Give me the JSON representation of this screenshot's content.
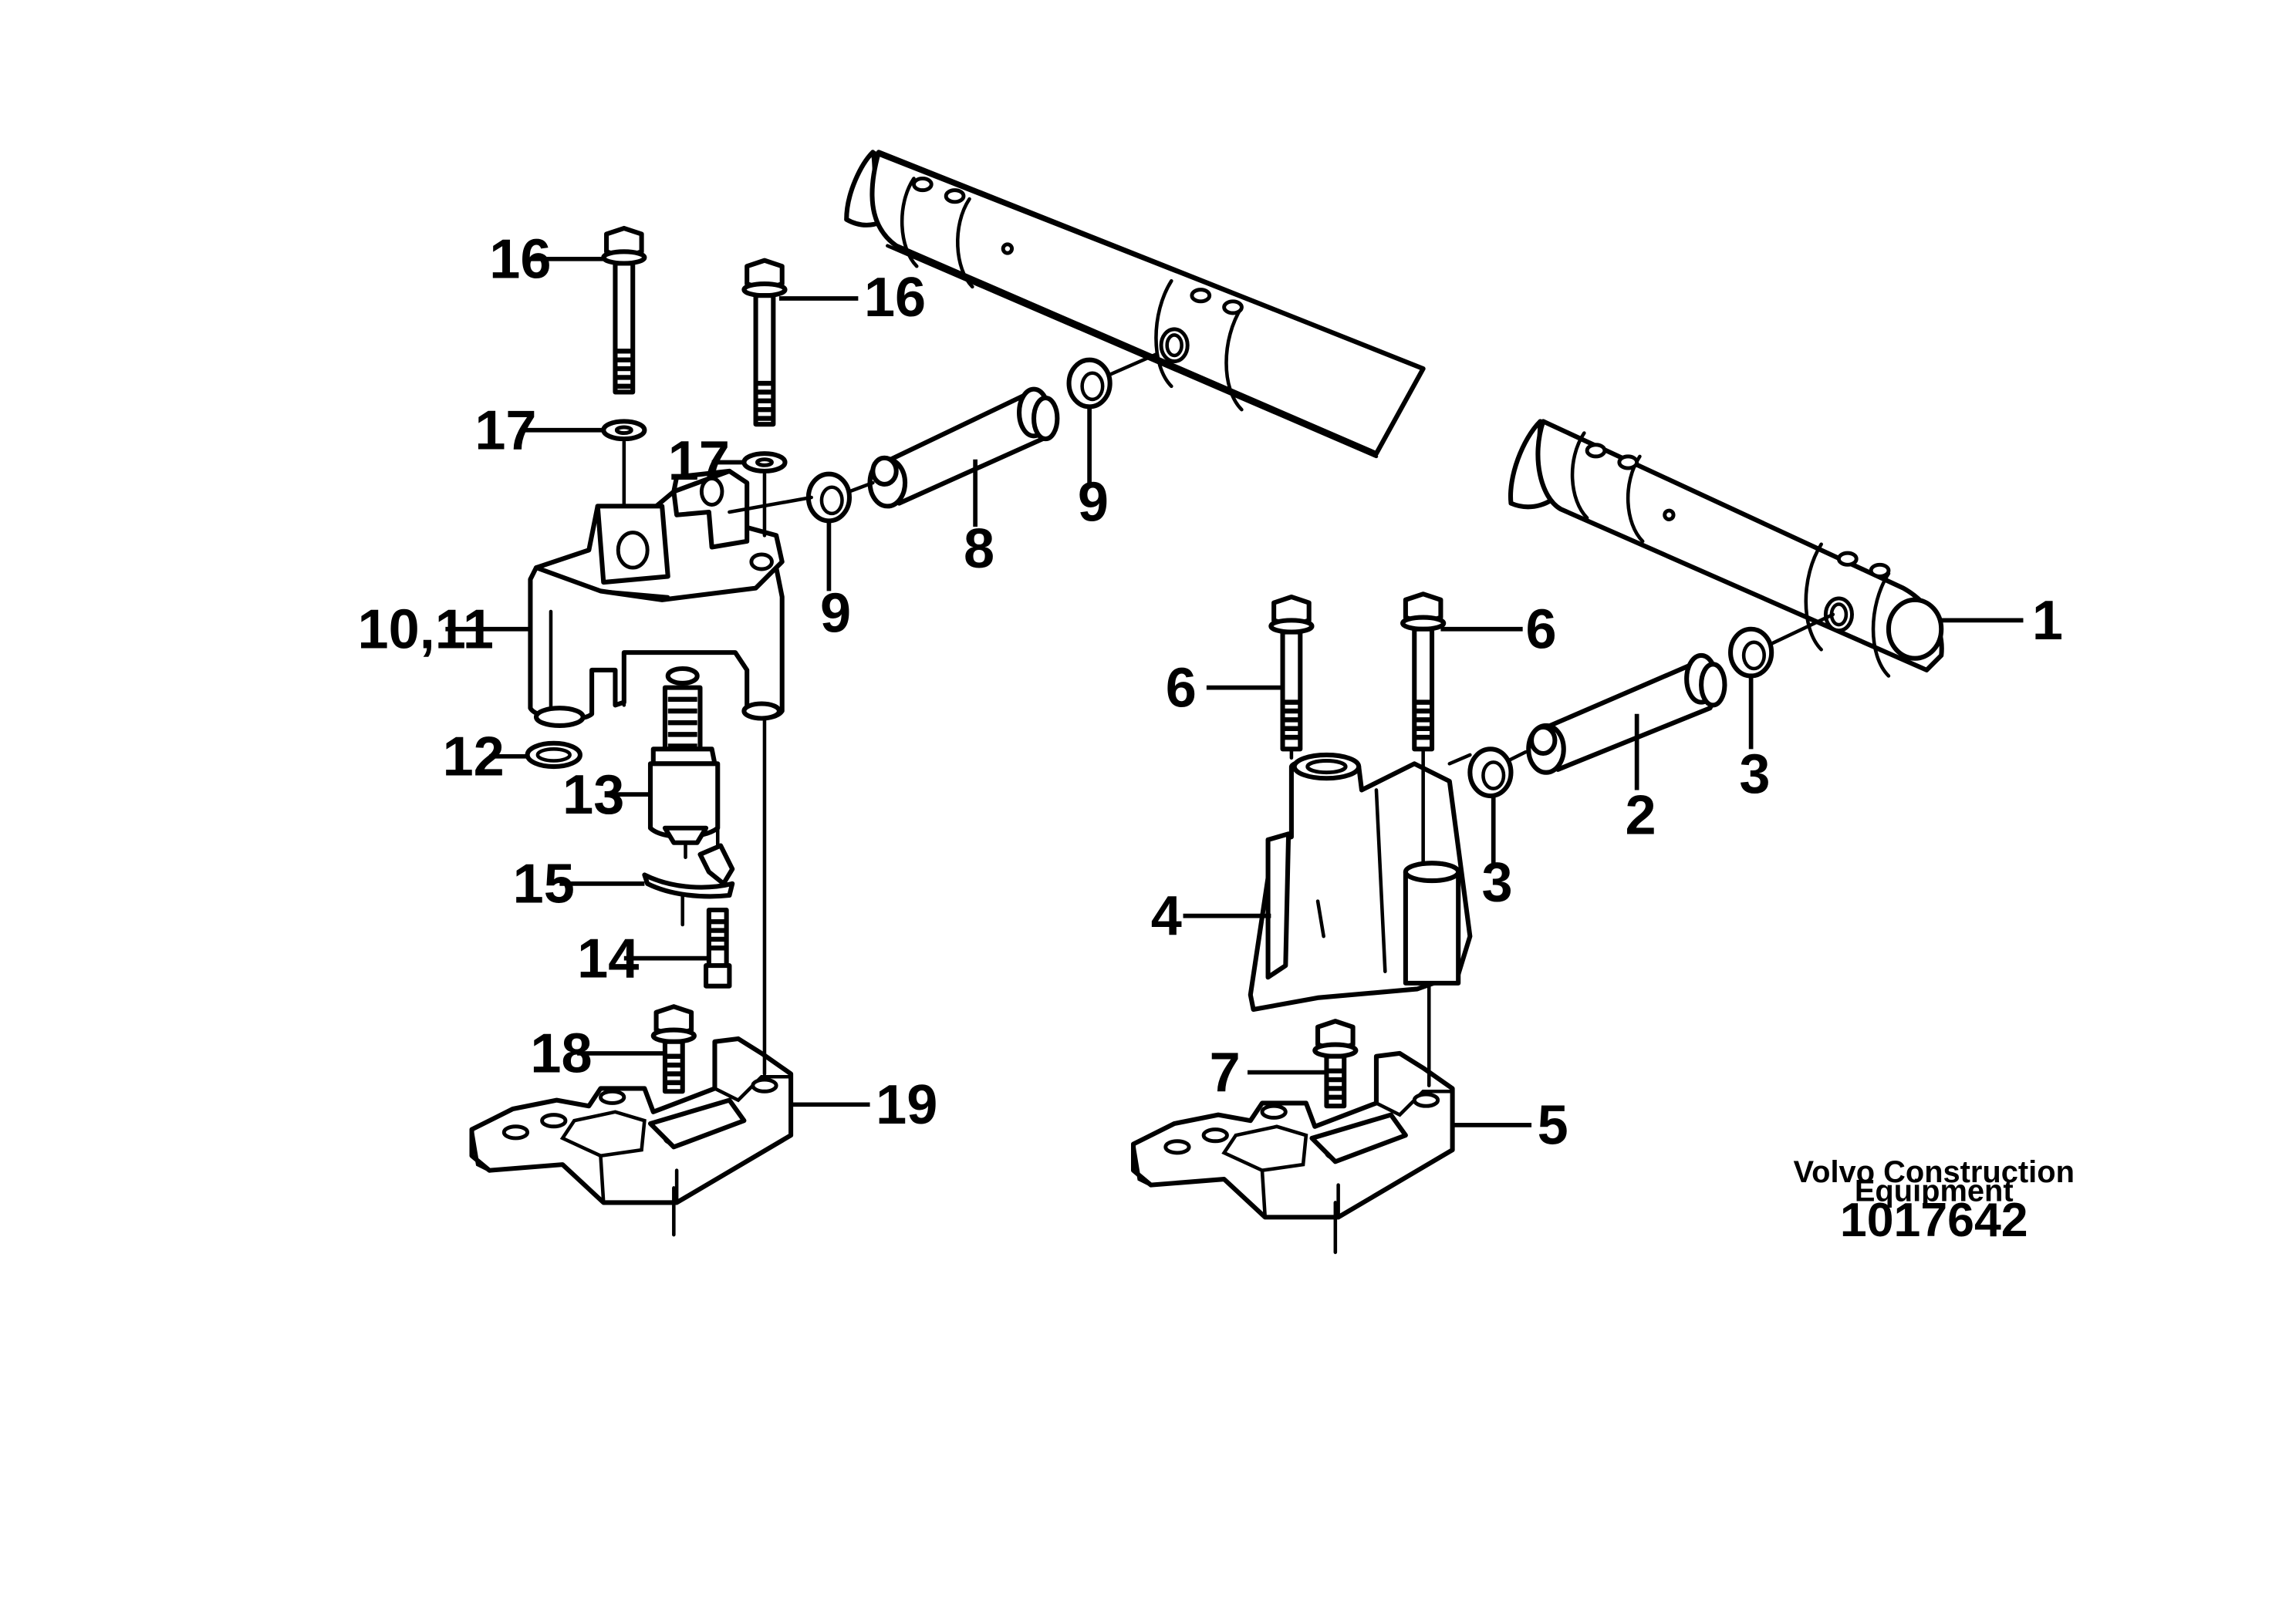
{
  "callouts": {
    "c1": "1",
    "c2": "2",
    "c3a": "3",
    "c3b": "3",
    "c4": "4",
    "c5": "5",
    "c6a": "6",
    "c6b": "6",
    "c7": "7",
    "c8": "8",
    "c9a": "9",
    "c9b": "9",
    "c10_11": "10,11",
    "c12": "12",
    "c13": "13",
    "c14": "14",
    "c15": "15",
    "c16a": "16",
    "c16b": "16",
    "c17a": "17",
    "c17b": "17",
    "c18": "18",
    "c19": "19"
  },
  "footer": {
    "brand_line1": "Volvo Construction",
    "brand_line2": "Equipment",
    "document_number": "1017642"
  }
}
